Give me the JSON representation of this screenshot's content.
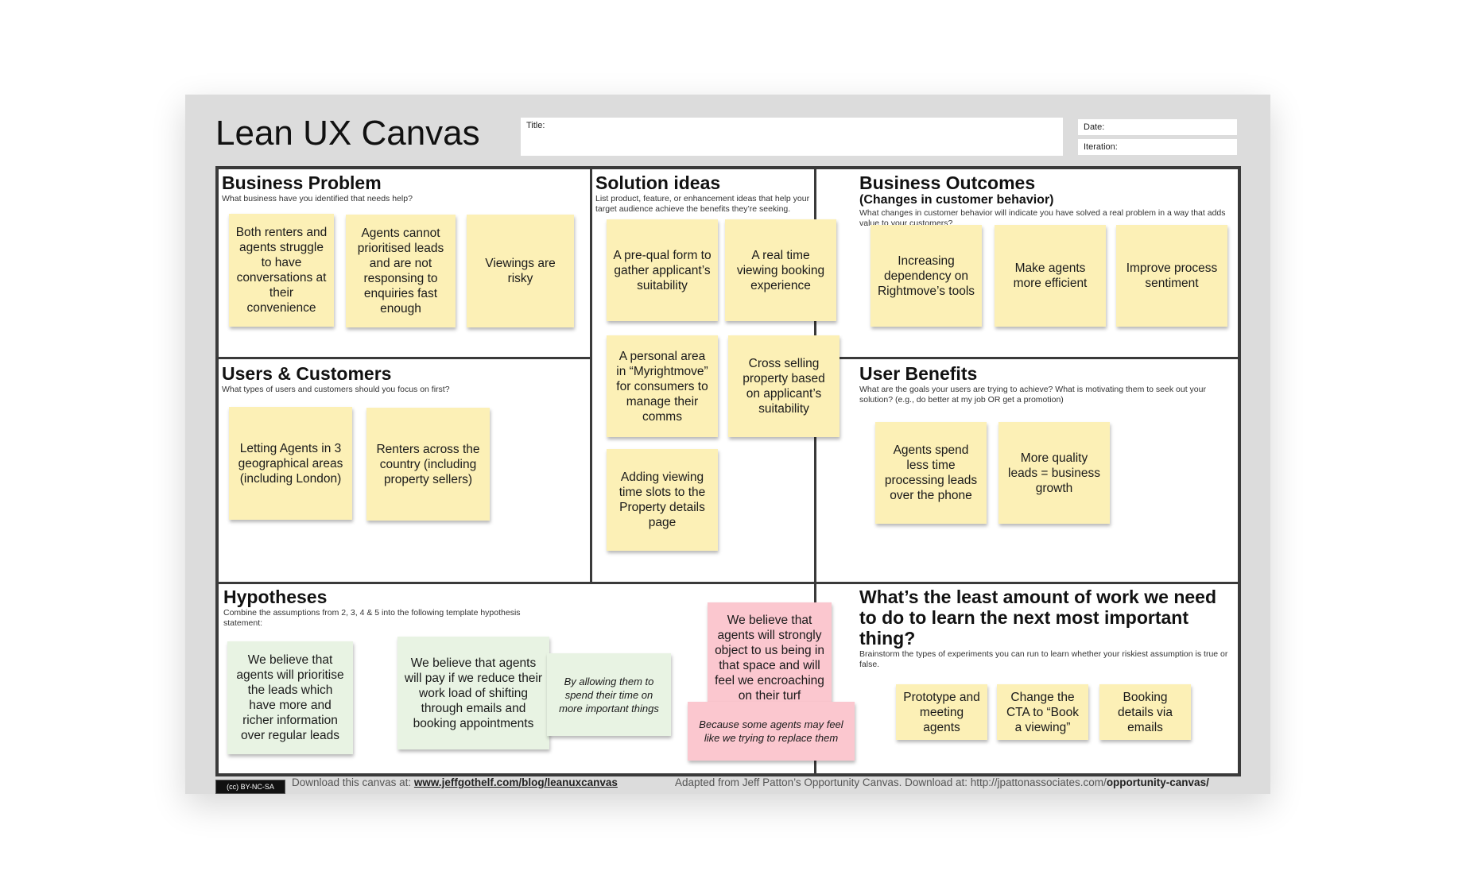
{
  "canvas": {
    "title": "Lean UX Canvas",
    "fields": {
      "title_label": "Title:",
      "date_label": "Date:",
      "iteration_label": "Iteration:"
    }
  },
  "sections": {
    "business_problem": {
      "title": "Business Problem",
      "desc": "What business have you identified that needs help?",
      "notes": [
        "Both renters and agents struggle to have conversations at their convenience",
        "Agents cannot prioritised leads and are not responsing to enquiries fast enough",
        "Viewings are risky"
      ]
    },
    "solution_ideas": {
      "title": "Solution ideas",
      "desc": "List product, feature, or enhancement ideas that help your target audience achieve the benefits they’re seeking.",
      "notes": [
        "A pre-qual form to gather applicant’s suitability",
        "A real time viewing booking experience",
        "A personal area in “Myrightmove” for consumers to manage their comms",
        "Cross selling property based on  applicant’s suitability",
        "Adding viewing time slots to the Property details page"
      ]
    },
    "business_outcomes": {
      "title": "Business Outcomes",
      "subtitle": "(Changes in customer behavior)",
      "desc": "What changes in customer behavior will indicate you have solved a real problem in a way that adds value to your customers?",
      "notes": [
        "Increasing dependency on Rightmove’s tools",
        "Make agents more efficient",
        "Improve process sentiment"
      ]
    },
    "users_customers": {
      "title": "Users & Customers",
      "desc": "What types of users and customers should you focus on first?",
      "notes": [
        "Letting Agents in 3 geographical areas (including London)",
        "Renters across the country (including property sellers)"
      ]
    },
    "user_benefits": {
      "title": "User Benefits",
      "desc": "What are the goals your users are trying to achieve? What is motivating them to seek out your solution? (e.g., do better at my job OR get a promotion)",
      "notes": [
        "Agents spend less time processing leads over the phone",
        "More quality leads = business growth"
      ]
    },
    "hypotheses": {
      "title": "Hypotheses",
      "desc": "Combine the assumptions from 2, 3, 4 & 5 into the following template hypothesis statement:",
      "notes": [
        "We believe that agents will prioritise  the leads which have more and richer information over regular leads",
        "We believe that agents will pay if we reduce their work load of shifting through emails and booking appointments",
        "By allowing them to spend their time on more important things",
        "We believe that agents will strongly object to us being in that space and will feel we encroaching on their turf",
        "Because some agents may feel like we trying to replace them"
      ]
    },
    "least_work": {
      "title": "What’s the least amount of work we need to do to learn the next most important thing?",
      "desc": "Brainstorm the types of experiments you can run to learn whether your riskiest assumption is true or false.",
      "notes": [
        "Prototype and meeting agents",
        "Change the CTA to “Book a viewing”",
        "Booking details via emails"
      ]
    }
  },
  "footer": {
    "license": "(cc) BY-NC-SA",
    "download_prefix": "Download this canvas at:",
    "download_link": "www.jeffgothelf.com/blog/leanuxcanvas",
    "adapted_prefix": "Adapted from Jeff Patton’s Opportunity Canvas. Download at:  http://jpattonassociates.com/",
    "adapted_link": "opportunity-canvas/"
  },
  "colors": {
    "note_yellow": "#fcf0b6",
    "note_green": "#e8f3e3",
    "note_pink": "#fbc7cf",
    "grid_border": "#3a3a3a",
    "sheet": "#dcdcdc"
  }
}
